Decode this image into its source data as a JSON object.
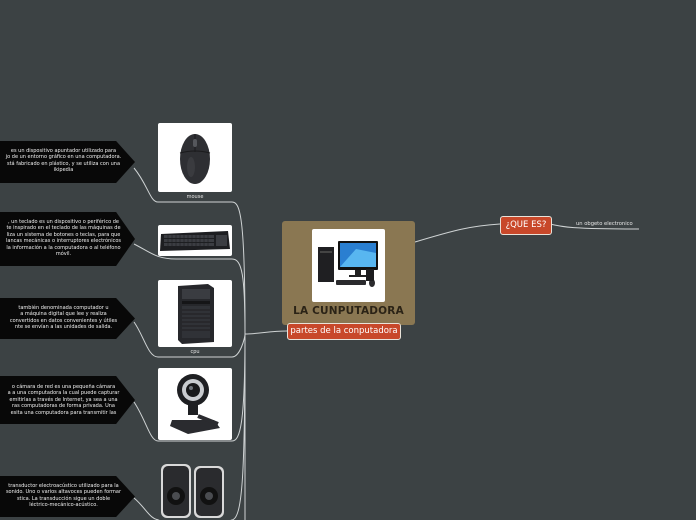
{
  "central": {
    "title": "LA CUNPUTADORA",
    "image_icon": "desktop-computer-icon"
  },
  "que_es": {
    "label": "¿QUE ES?",
    "answer": "un obgeto electronico"
  },
  "partes": {
    "label": "partes de la conputadora"
  },
  "parts": [
    {
      "caption": "mouse",
      "icon": "mouse-icon",
      "description": "es un dispositivo apuntador utilizado para\njo de un entorno gráfico en una computadora.\nstá fabricado en plástico, y se utiliza con una\nikipedia"
    },
    {
      "caption": "",
      "icon": "keyboard-icon",
      "description": ", un teclado es un dispositivo o periférico de\nte inspirado en el teclado de las máquinas de\nliza un sistema de botones o teclas, para que\nlancas mecánicas o interruptores electrónicos\nla información a la computadora o al teléfono\nmóvil."
    },
    {
      "caption": "cpu",
      "icon": "cpu-tower-icon",
      "description": "también denominada computador u\na máquina digital que lee y realiza\nconvertidos en datos convenientes y útiles\nnte se envían a las unidades de salida."
    },
    {
      "caption": "",
      "icon": "webcam-icon",
      "description": "o cámara de red es una pequeña cámara\na a una computadora la cual puede capturar\nemitirlas a través de Internet, ya sea a una\nras computadoras de forma privada. Una\nesita una computadora para transmitir las"
    },
    {
      "caption": "",
      "icon": "speakers-icon",
      "description": "transductor electroacústico utilizado para la\nsonido. Uno o varios altavoces pueden formar\nstica. La transducción sigue un doble\nléctrico-mecánico-acústico."
    }
  ],
  "colors": {
    "background": "#3c4244",
    "central": "#8a7752",
    "tag": "#c8482a",
    "description_box": "#080808"
  }
}
